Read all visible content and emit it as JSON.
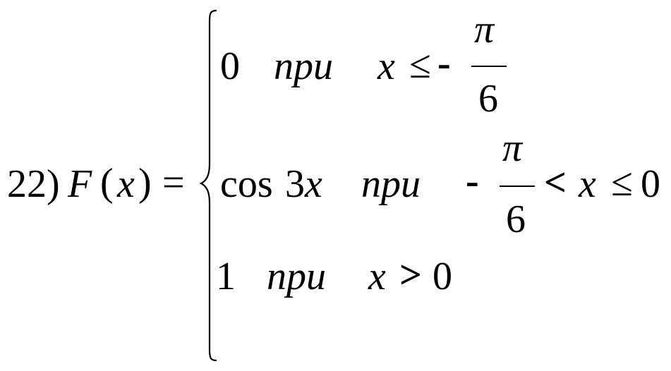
{
  "formula": {
    "number": "22)",
    "func": "F",
    "open_paren": "(",
    "var": "x",
    "close_paren": ")",
    "equals": "=",
    "cases": [
      {
        "expr": "0",
        "word": "npu",
        "var": "x",
        "rel": "≤",
        "minus": "-",
        "frac_num": "π",
        "frac_den": "6"
      },
      {
        "expr_func": "cos",
        "expr_coef": "3",
        "expr_var": "x",
        "word": "npu",
        "minus": "-",
        "frac_num": "π",
        "frac_den": "6",
        "rel1": "<",
        "var": "x",
        "rel2": "≤",
        "bound": "0"
      },
      {
        "expr": "1",
        "word": "npu",
        "var": "x",
        "rel": ">",
        "bound": "0"
      }
    ]
  }
}
